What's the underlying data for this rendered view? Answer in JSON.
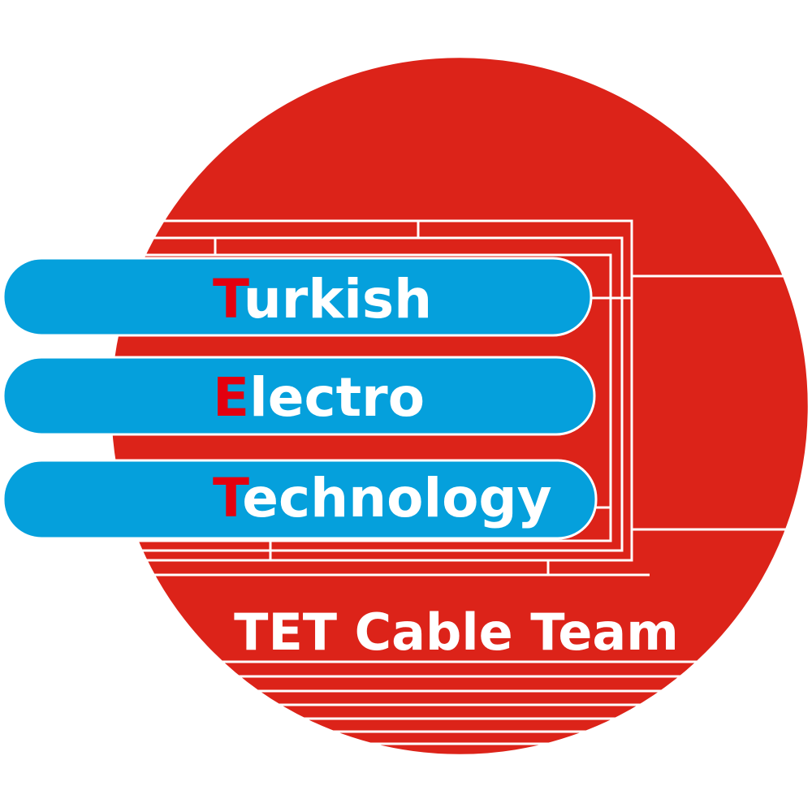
{
  "colors": {
    "circle_red": "#dc2319",
    "band_blue": "#05a0dc",
    "initial_red": "#e3000f",
    "line_white": "#ffffff"
  },
  "words": [
    {
      "initial": "T",
      "rest": "urkish"
    },
    {
      "initial": "E",
      "rest": "lectro"
    },
    {
      "initial": "T",
      "rest": "echnology"
    }
  ],
  "tagline": "TET Cable Team"
}
